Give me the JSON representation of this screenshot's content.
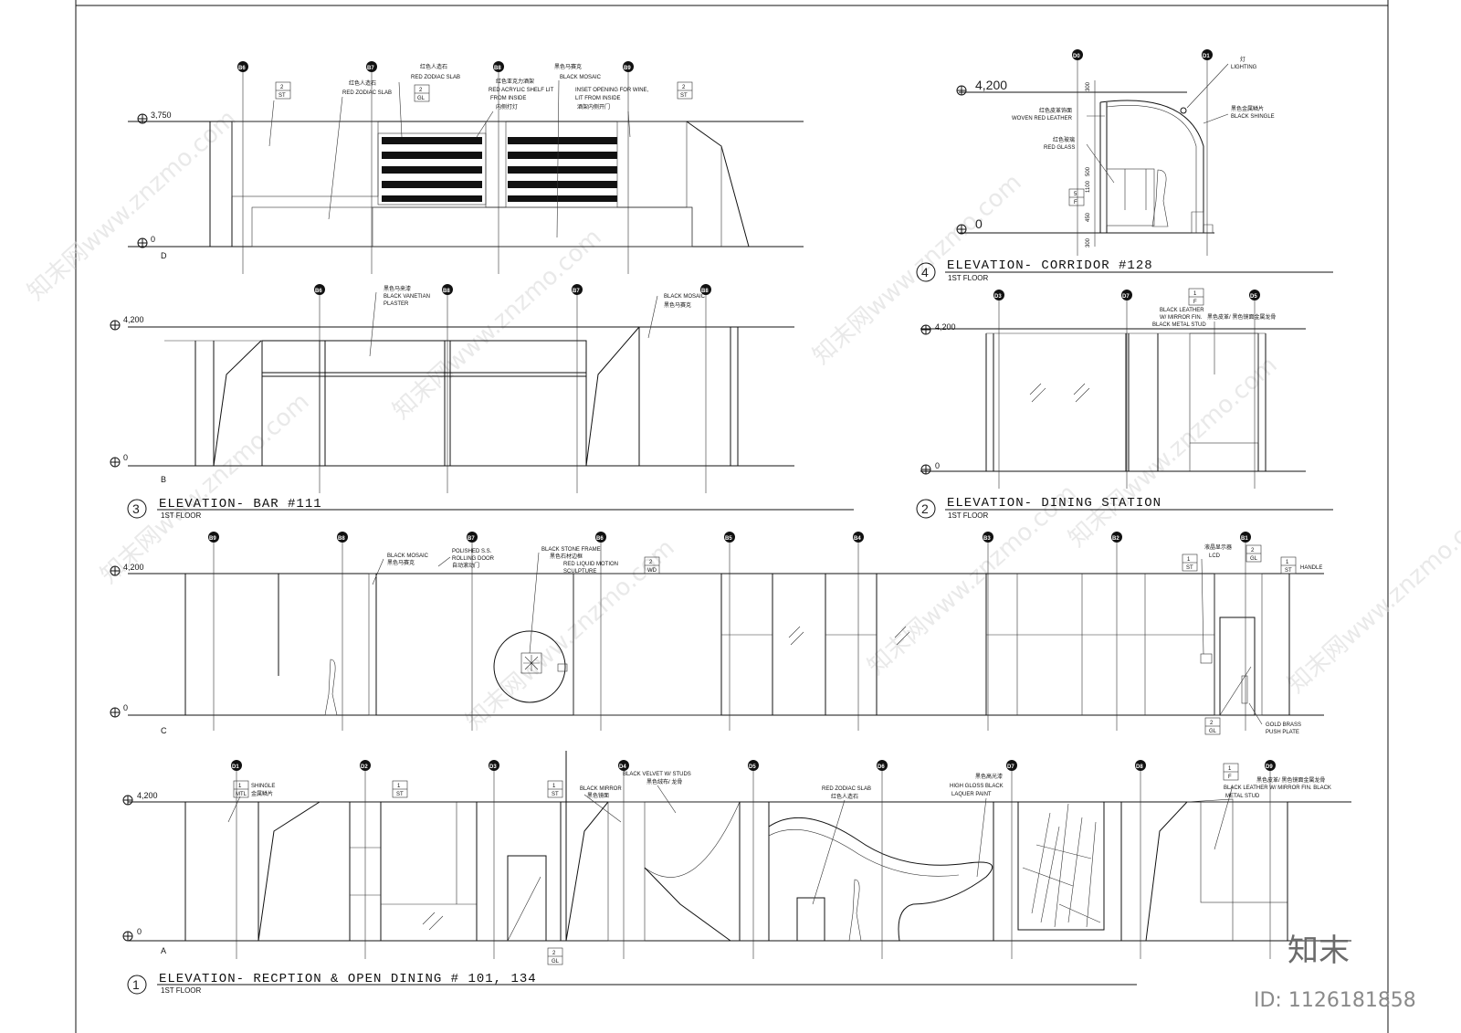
{
  "drawing": {
    "elevations": [
      {
        "number": "1",
        "title": "ELEVATION- RECPTION & OPEN DINING # 101, 134",
        "floor": "1ST FLOOR",
        "levels": [
          "4,200",
          "0"
        ],
        "section_mark": "A",
        "grids": [
          "D1",
          "D2",
          "D3",
          "D4",
          "D5",
          "D6",
          "D7",
          "D8",
          "D9"
        ],
        "notes": [
          "SHINGLE",
          "金属鳞片",
          "BLACK MIRROR",
          "黑色镜面",
          "BLACK VELVET W/ STUDS",
          "黑色绒布/ 龙骨",
          "RED ZODIAC SLAB",
          "红色人造石",
          "黑色高光漆",
          "HIGH GLOSS BLACK",
          "LAQUER PAINT",
          "黑色皮革/ 黑色镜面金属龙骨",
          "BLACK LEATHER W/ MIRROR FIN. BLACK",
          "METAL STUD"
        ],
        "tags": [
          [
            "1",
            "MTL"
          ],
          [
            "1",
            "ST"
          ],
          [
            "1",
            "ST"
          ],
          [
            "1",
            "F"
          ],
          [
            "2",
            "GL"
          ]
        ]
      },
      {
        "number": "2",
        "title": "ELEVATION- DINING STATION",
        "floor": "1ST FLOOR",
        "levels": [
          "4,200",
          "0"
        ],
        "grids": [
          "D3",
          "D7",
          "D5"
        ],
        "notes": [
          "BLACK LEATHER",
          "W/ MIRROR FIN.",
          "BLACK METAL STUD",
          "黑色皮革/ 黑色镜面金属龙骨"
        ],
        "tags": [
          [
            "1",
            "F"
          ]
        ]
      },
      {
        "number": "3",
        "title": "ELEVATION- BAR #111",
        "floor": "1ST FLOOR",
        "levels": [
          "4,200",
          "0"
        ],
        "section_mark": "B",
        "grids": [
          "B6",
          "B8",
          "B7",
          "B8"
        ],
        "notes": [
          "黑色马来漆",
          "BLACK VANETIAN",
          "PLASTER",
          "BLACK MOSAIC",
          "黑色马赛克"
        ]
      },
      {
        "number": "4",
        "title": "ELEVATION- CORRIDOR #128",
        "floor": "1ST FLOOR",
        "levels": [
          "4,200",
          "0"
        ],
        "grids": [
          "D0",
          "D1"
        ],
        "dims": [
          "300",
          "1100",
          "500",
          "450",
          "300"
        ],
        "notes": [
          "灯",
          "LIGHTING",
          "红色皮革饰面",
          "WOVEN RED LEATHER",
          "红色玻璃",
          "RED GLASS",
          "黑色金属鳞片",
          "BLACK SHINGLE"
        ],
        "tags": [
          [
            "5",
            "F"
          ]
        ]
      },
      {
        "title_hidden": "D",
        "levels": [
          "3,750",
          "0"
        ],
        "section_mark": "D",
        "grids": [
          "B6",
          "B7",
          "B8",
          "B9"
        ],
        "notes": [
          "红色人造石",
          "RED ZODIAC SLAB",
          "红色人造石",
          "RED ZODIAC SLAB",
          "红色亚克力酒架",
          "RED ACRYLIC SHELF LIT",
          "FROM INSIDE",
          "内侧打灯",
          "黑色马赛克",
          "BLACK MOSAIC",
          "INSET OPENING FOR WINE,",
          "LIT FROM INSIDE",
          "酒架内侧开门"
        ],
        "tags": [
          [
            "2",
            "ST"
          ],
          [
            "2",
            "GL"
          ],
          [
            "2",
            "ST"
          ]
        ]
      },
      {
        "levels": [
          "4,200",
          "0"
        ],
        "section_mark": "C",
        "grids": [
          "B9",
          "B8",
          "B7",
          "B6",
          "B5",
          "B4",
          "B3",
          "B2",
          "B1"
        ],
        "notes": [
          "BLACK MOSAIC",
          "黑色马赛克",
          "POLISHED S.S.",
          "ROLLING DOOR",
          "自动滚动门",
          "BLACK STONE FRAME",
          "黑色石材边框",
          "RED LIQUID MOTION",
          "SCULPTURE",
          "液晶显示器",
          "LCD",
          "HANDLE",
          "GOLD BRASS",
          "PUSH PLATE"
        ],
        "tags": [
          [
            "2",
            "WD"
          ],
          [
            "1",
            "ST"
          ],
          [
            "2",
            "GL"
          ],
          [
            "1",
            "ST"
          ],
          [
            "2",
            "GL"
          ]
        ]
      }
    ]
  },
  "branding": {
    "logo": "知末",
    "id_text": "ID: 1126181858",
    "watermark": "知末网www.znzmo.com"
  },
  "colors": {
    "line": "#111111",
    "background": "#ffffff",
    "watermark": "#d8d8d8"
  }
}
